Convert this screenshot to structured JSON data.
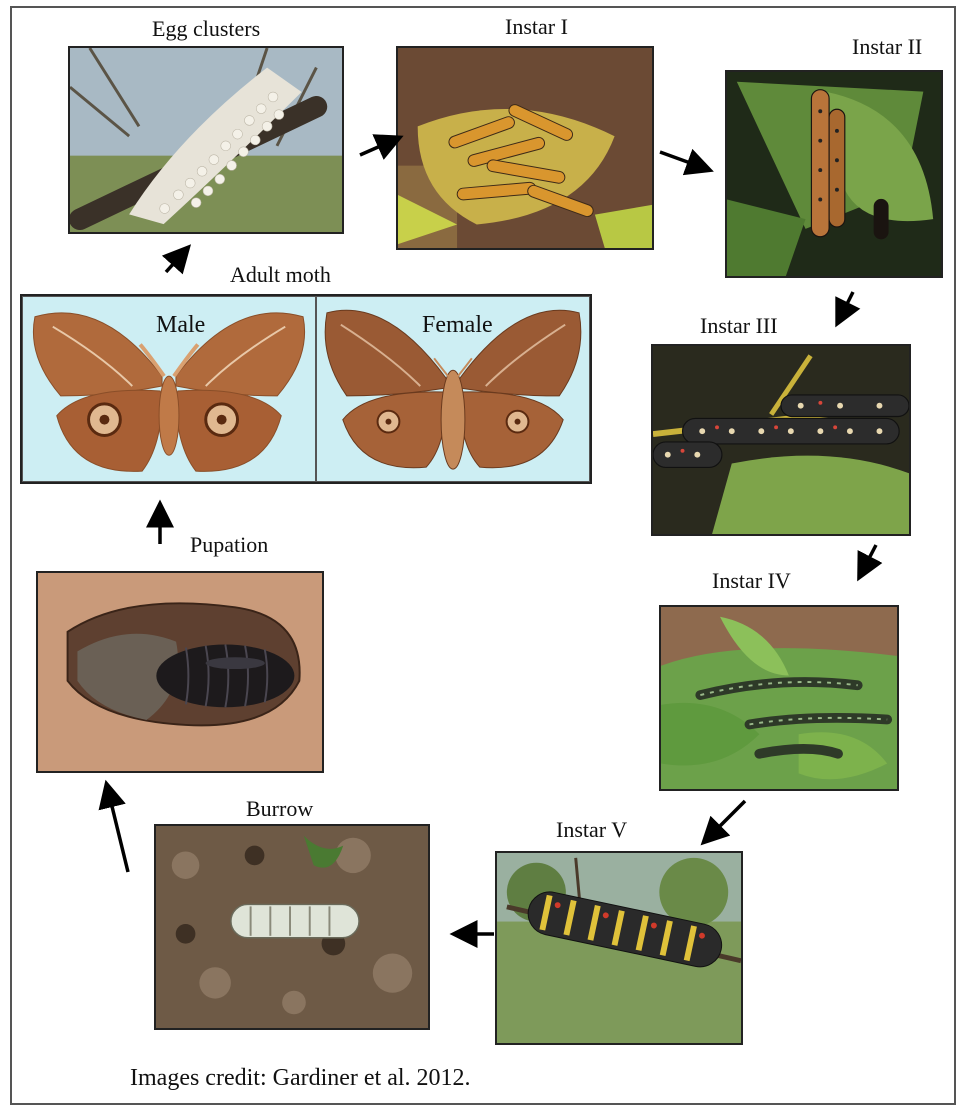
{
  "stages": {
    "egg_clusters": "Egg clusters",
    "instar_1": "Instar I",
    "instar_2": "Instar II",
    "instar_3": "Instar III",
    "instar_4": "Instar IV",
    "instar_5": "Instar V",
    "burrow": "Burrow",
    "pupation": "Pupation",
    "adult_moth": "Adult moth"
  },
  "adult": {
    "male": "Male",
    "female": "Female"
  },
  "credit": "Images credit: Gardiner et al.  2012.",
  "colors": {
    "panel_bg": "#cdeef3",
    "moth_brown": "#b06a3c",
    "border": "#222222"
  }
}
